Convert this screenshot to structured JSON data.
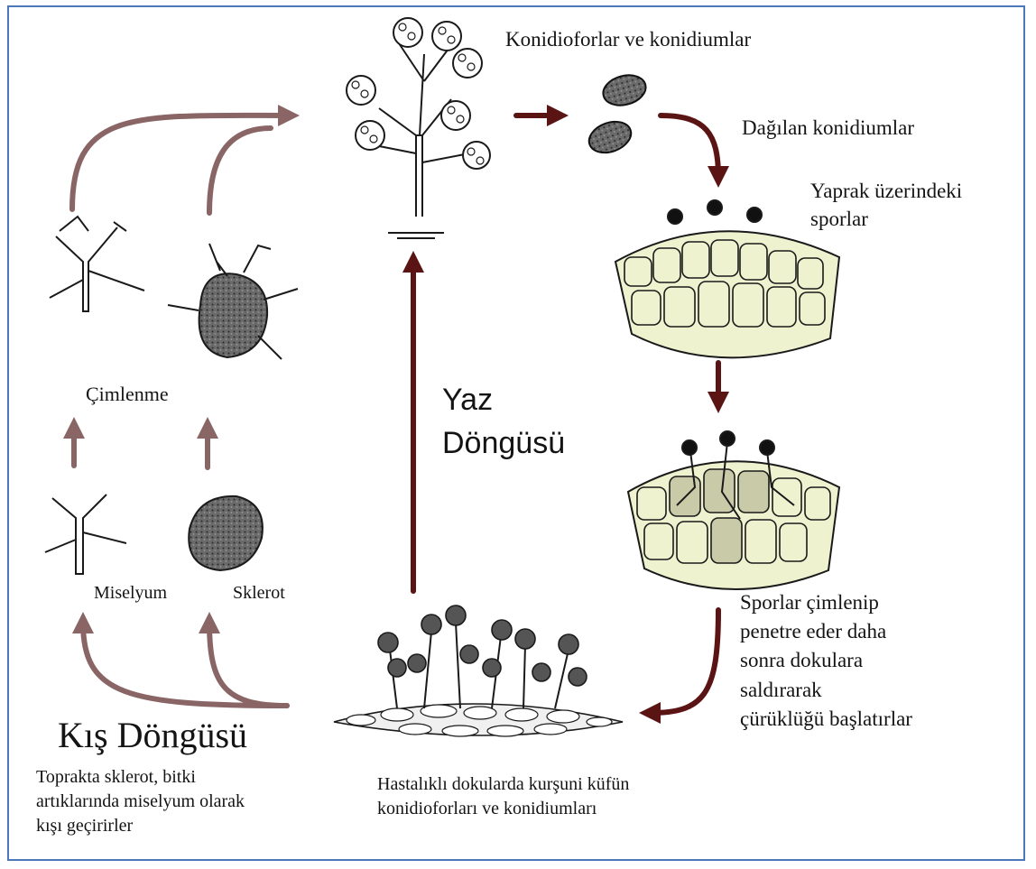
{
  "labels": {
    "konidioforlar": "Konidioforlar ve konidiumlar",
    "dagilan": "Dağılan konidiumlar",
    "yaprak": "Yaprak üzerindeki\nsporlar",
    "cimlenme": "Çimlenme",
    "yaz": "Yaz\nDöngüsü",
    "miselyum": "Miselyum",
    "sklerot": "Sklerot",
    "sporlar_cimlenip": "Sporlar çimlenip\npenetre eder daha\nsonra dokulara\nsaldırarak\nçürüklüğü başlatırlar",
    "kis": "Kış Döngüsü",
    "kis_desc": "Toprakta sklerot, bitki\nartıklarında miselyum olarak\nkışı geçirirler",
    "hastalikli": "Hastalıklı dokularda kurşuni küfün\nkonidioforları ve konidiumları"
  },
  "colors": {
    "frame": "#4a78b8",
    "arrow_winter": "#8a6565",
    "arrow_summer": "#5a1414",
    "cell_fill": "#eef2cf",
    "ink": "#1a1a1a"
  }
}
